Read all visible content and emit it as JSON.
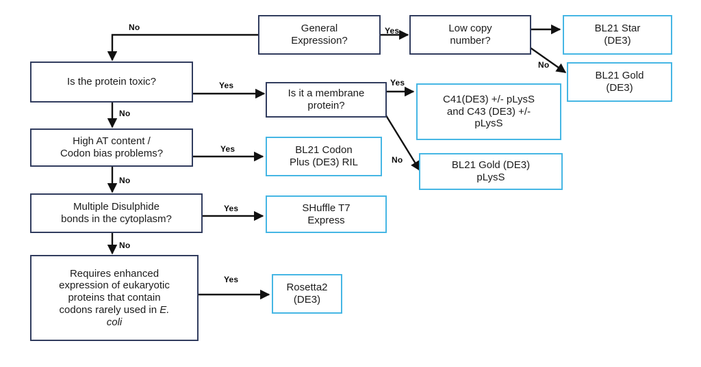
{
  "diagram": {
    "title": "E. coli expression strain selection flowchart",
    "colors": {
      "decision_border": "#313c5e",
      "terminal_border": "#45b6e4",
      "background": "#ffffff",
      "text": "#1b1b1b",
      "connector": "#111111"
    },
    "nodes": {
      "general_expression": "General\nExpression?",
      "low_copy_number": "Low copy\nnumber?",
      "bl21_star_de3": "BL21 Star\n(DE3)",
      "bl21_gold_de3": "BL21 Gold\n(DE3)",
      "is_protein_toxic": "Is the protein toxic?",
      "is_membrane_protein": "Is it a membrane\nprotein?",
      "c41_c43": "C41(DE3) +/- pLysS\nand C43 (DE3) +/-\npLysS",
      "bl21_gold_de3_plyss": "BL21 Gold (DE3)\npLysS",
      "high_at_codon_bias": "High AT content /\nCodon bias problems?",
      "bl21_codon_plus": "BL21 Codon\nPlus (DE3) RIL",
      "multiple_disulphide": "Multiple Disulphide\nbonds in the cytoplasm?",
      "shuffle_t7_express": "SHuffle T7\nExpress",
      "requires_enhanced_line1": "Requires enhanced",
      "requires_enhanced_line2": "expression of eukaryotic",
      "requires_enhanced_line3": "proteins that contain",
      "requires_enhanced_line4a": "codons rarely used in ",
      "requires_enhanced_line4b": "E.",
      "requires_enhanced_line5": "coli",
      "rosetta2_de3": "Rosetta2\n(DE3)"
    },
    "edge_labels": {
      "general_expression_no": "No",
      "general_expression_yes": "Yes",
      "low_copy_no": "No",
      "toxic_yes": "Yes",
      "toxic_no": "No",
      "membrane_yes": "Yes",
      "membrane_no": "No",
      "codon_bias_yes": "Yes",
      "codon_bias_no": "No",
      "disulphide_yes": "Yes",
      "disulphide_no": "No",
      "enhanced_yes": "Yes"
    },
    "edges": [
      {
        "from": "general_expression",
        "to": "is_protein_toxic",
        "label": "No"
      },
      {
        "from": "general_expression",
        "to": "low_copy_number",
        "label": "Yes"
      },
      {
        "from": "low_copy_number",
        "to": "bl21_star_de3",
        "label": ""
      },
      {
        "from": "low_copy_number",
        "to": "bl21_gold_de3",
        "label": "No"
      },
      {
        "from": "is_protein_toxic",
        "to": "is_membrane_protein",
        "label": "Yes"
      },
      {
        "from": "is_protein_toxic",
        "to": "high_at_codon_bias",
        "label": "No"
      },
      {
        "from": "is_membrane_protein",
        "to": "c41_c43",
        "label": "Yes"
      },
      {
        "from": "is_membrane_protein",
        "to": "bl21_gold_de3_plyss",
        "label": "No"
      },
      {
        "from": "high_at_codon_bias",
        "to": "bl21_codon_plus",
        "label": "Yes"
      },
      {
        "from": "high_at_codon_bias",
        "to": "multiple_disulphide",
        "label": "No"
      },
      {
        "from": "multiple_disulphide",
        "to": "shuffle_t7_express",
        "label": "Yes"
      },
      {
        "from": "multiple_disulphide",
        "to": "requires_enhanced",
        "label": "No"
      },
      {
        "from": "requires_enhanced",
        "to": "rosetta2_de3",
        "label": "Yes"
      }
    ]
  }
}
